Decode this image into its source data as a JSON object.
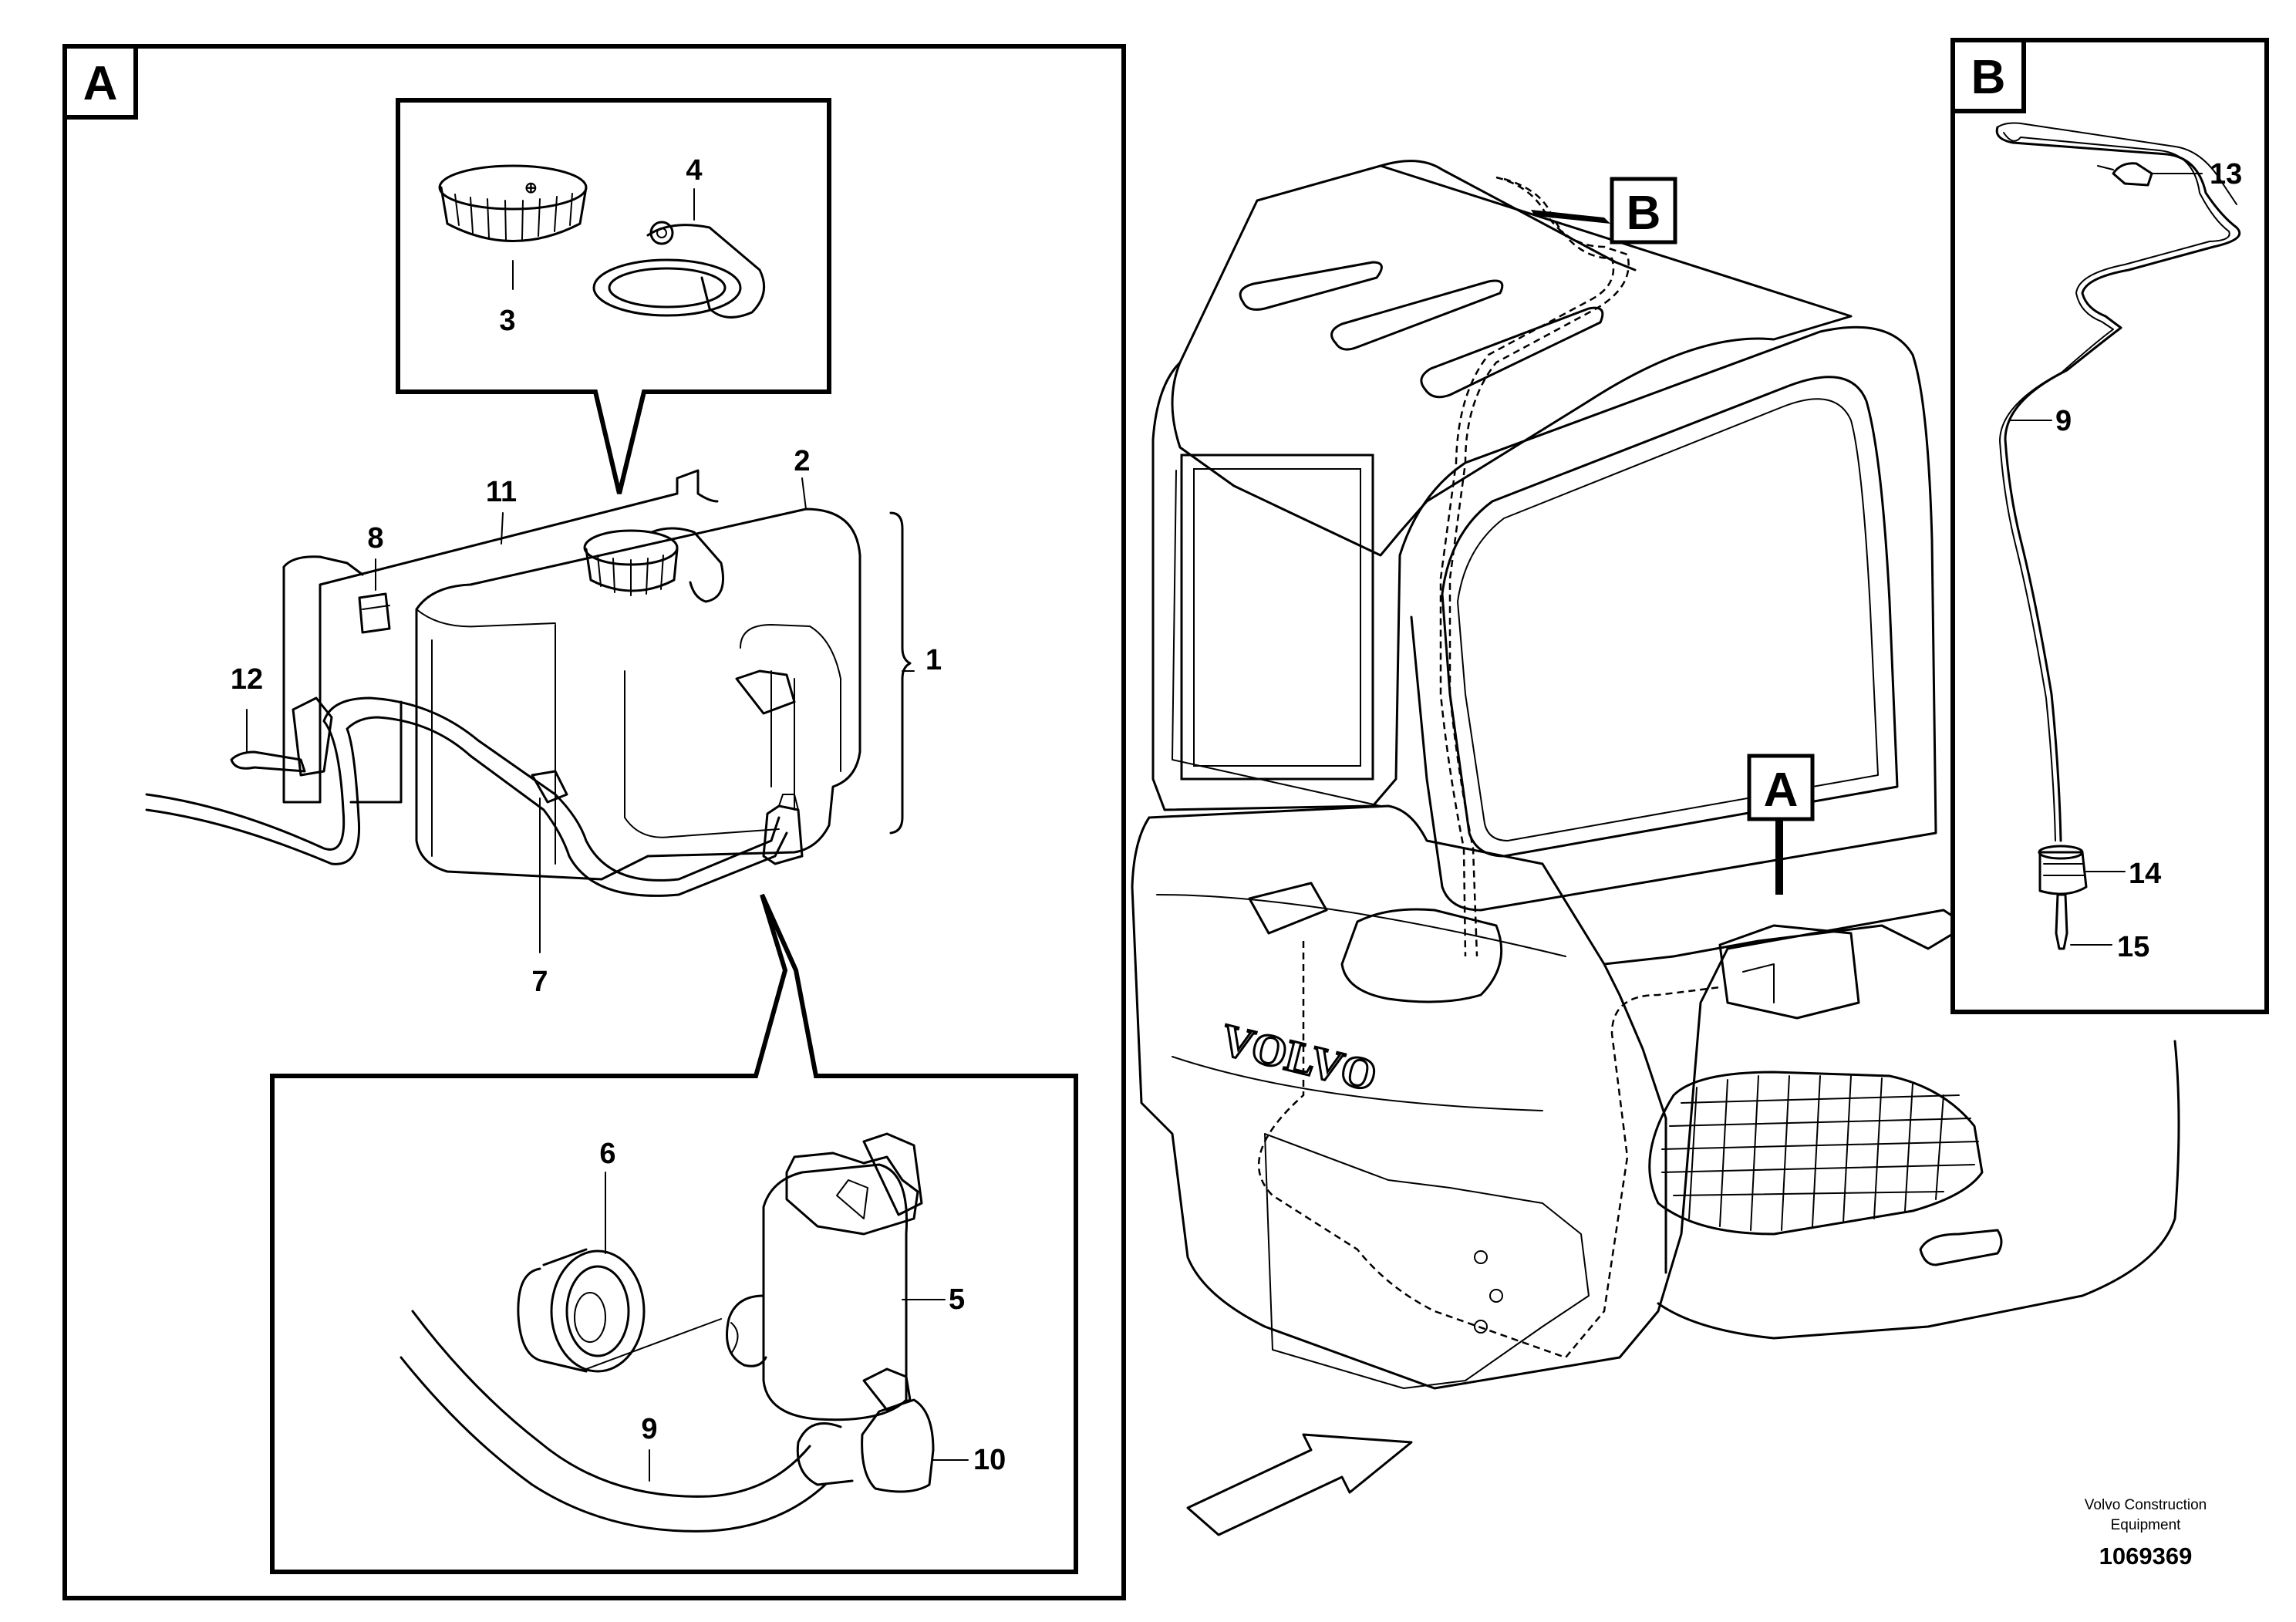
{
  "panels": {
    "a_tag": "A",
    "b_tag": "B"
  },
  "callouts": {
    "n1": "1",
    "n2": "2",
    "n3": "3",
    "n4": "4",
    "n5": "5",
    "n6": "6",
    "n7": "7",
    "n8": "8",
    "n9a": "9",
    "n9b": "9",
    "n10": "10",
    "n11": "11",
    "n12": "12",
    "n13": "13",
    "n14": "14",
    "n15": "15"
  },
  "markers": {
    "a": "A",
    "b": "B"
  },
  "footer": {
    "credit_line1": "Volvo Construction",
    "credit_line2": "Equipment",
    "doc_number": "1069369"
  },
  "brand_text": "VOLVO"
}
